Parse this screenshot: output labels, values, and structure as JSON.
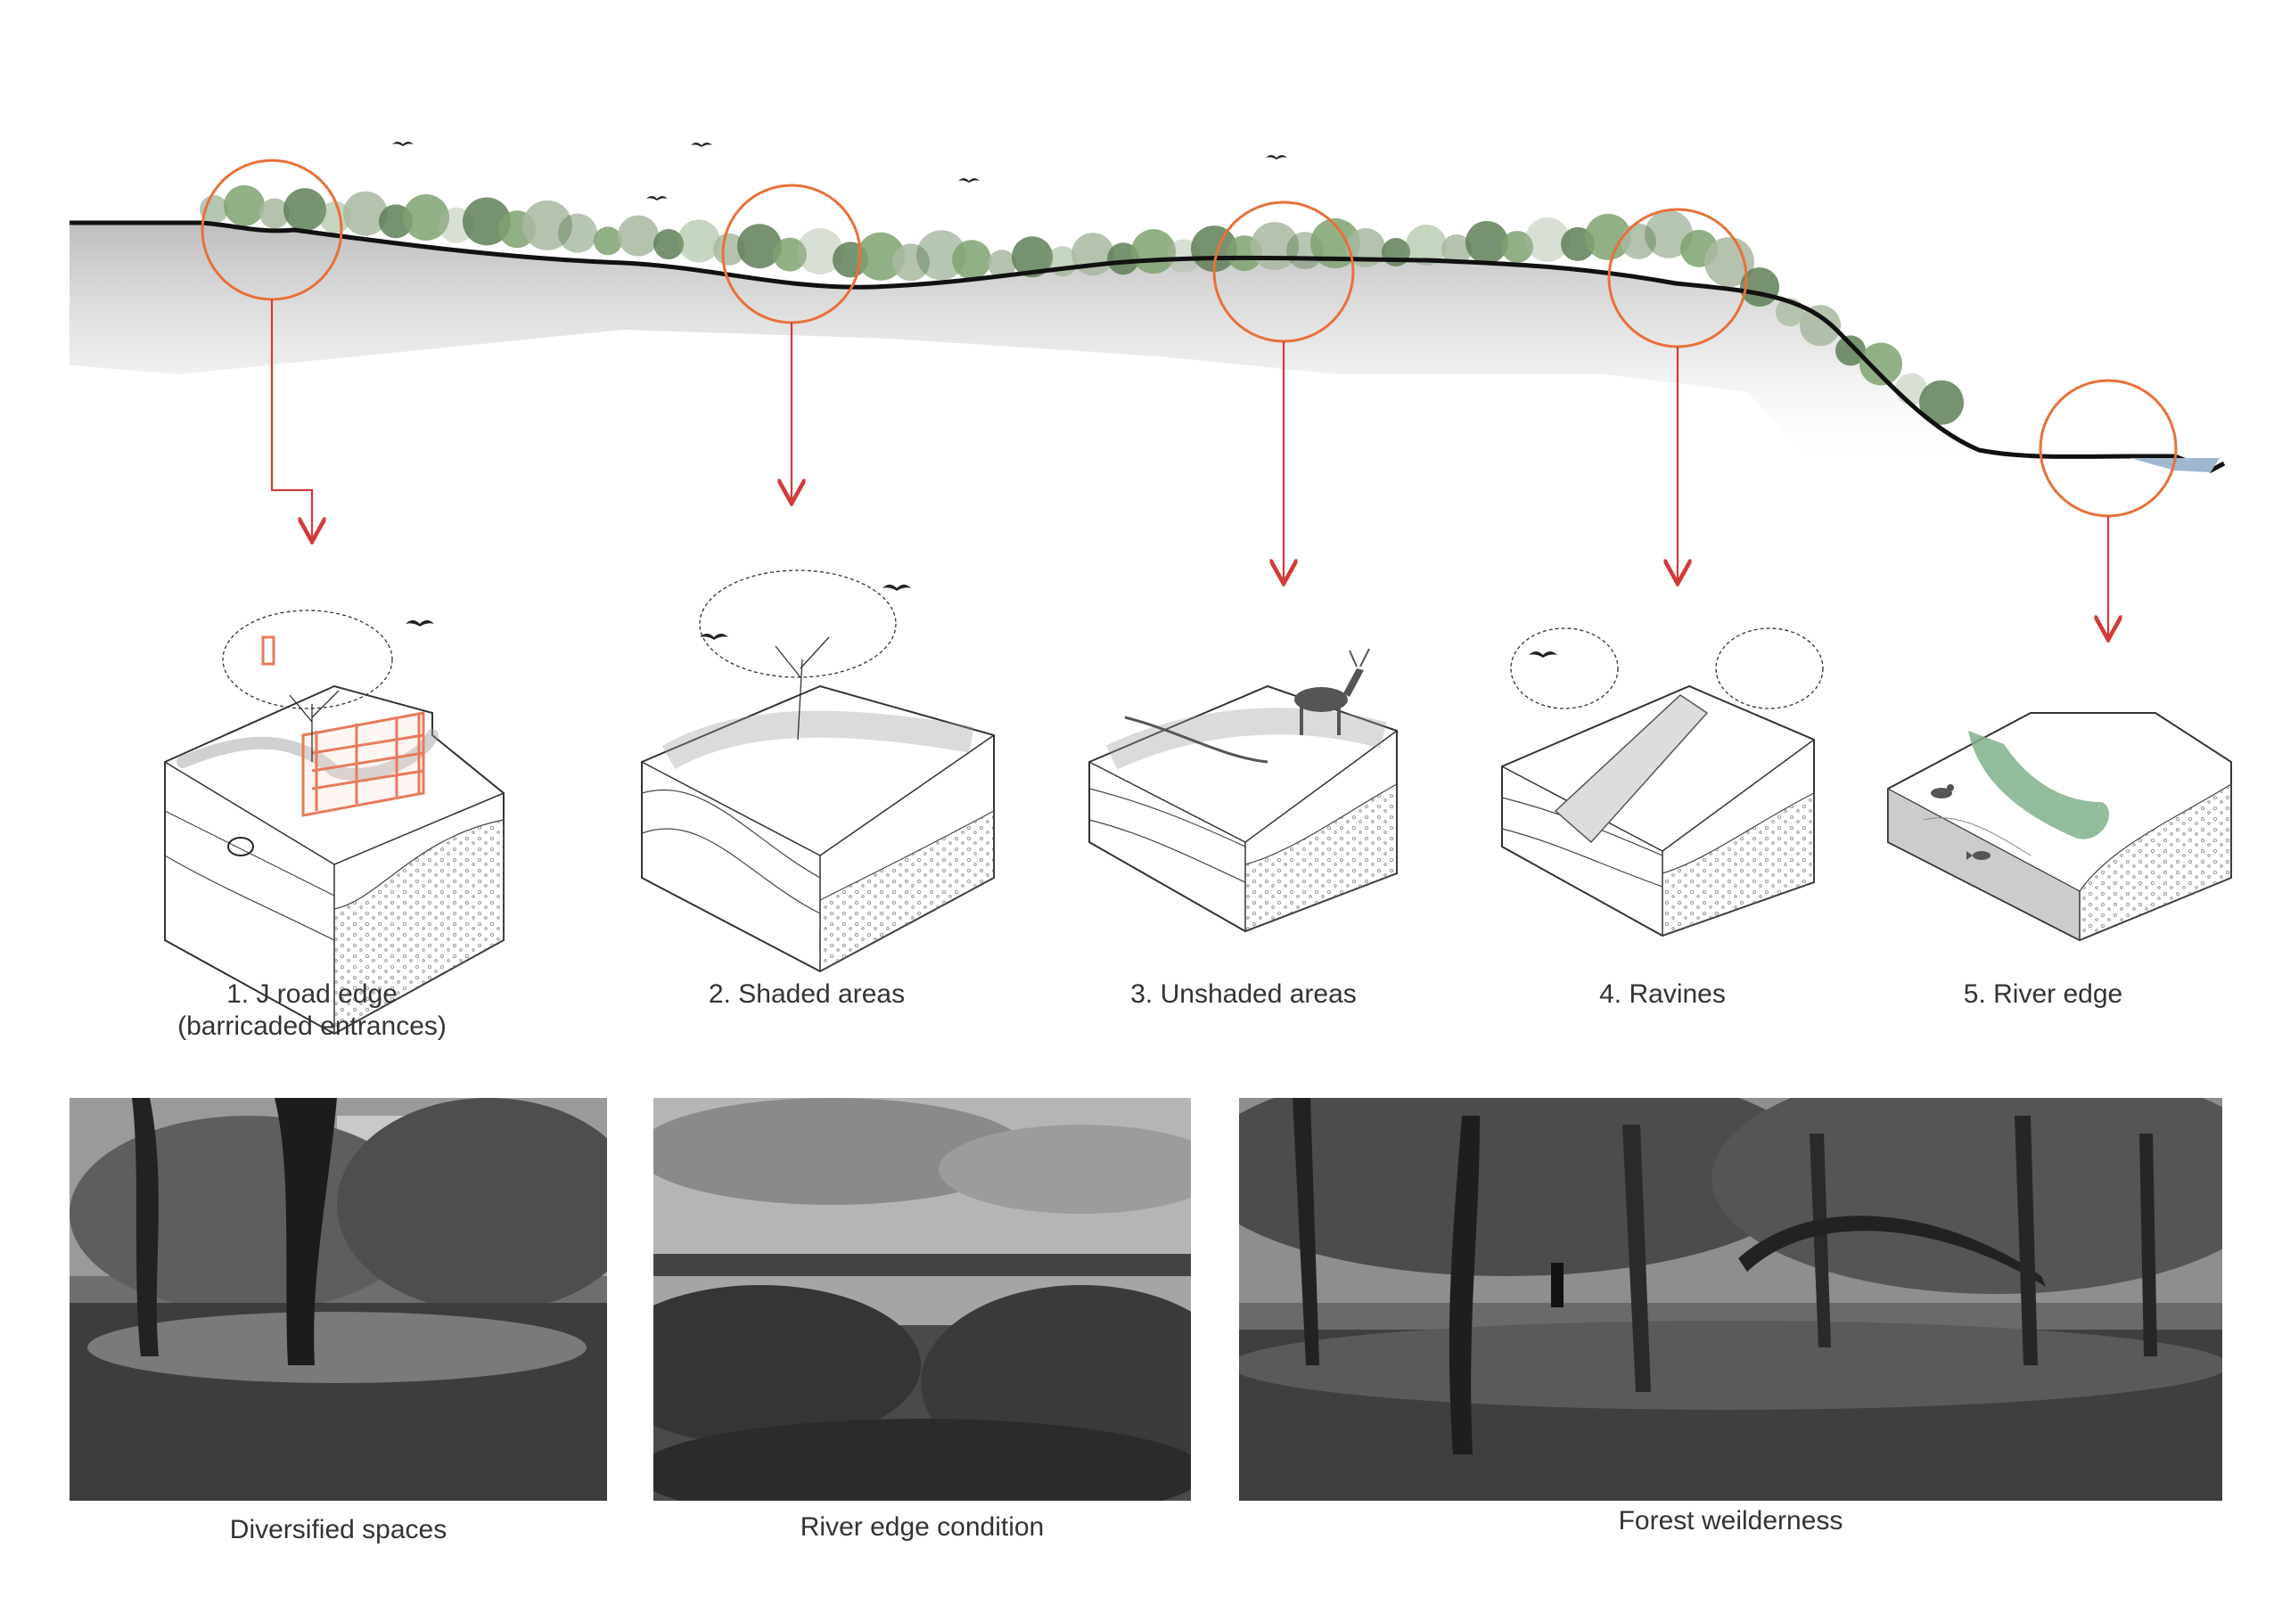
{
  "zones": [
    {
      "number": "1.",
      "title": "J road edge",
      "subtitle": "(barricaded entrances)"
    },
    {
      "number": "2.",
      "title": "Shaded areas",
      "subtitle": ""
    },
    {
      "number": "3.",
      "title": "Unshaded areas",
      "subtitle": ""
    },
    {
      "number": "4.",
      "title": "Ravines",
      "subtitle": ""
    },
    {
      "number": "5.",
      "title": "River edge",
      "subtitle": ""
    }
  ],
  "photos": [
    {
      "caption": "Diversified spaces"
    },
    {
      "caption": "River edge condition"
    },
    {
      "caption": "Forest weilderness"
    }
  ],
  "colors": {
    "callout_circle": "#e8703a",
    "leader_arrow": "#d43a3a",
    "ground_line": "#111111",
    "tree_green": "#6f9a63",
    "water": "#9fb7cf",
    "barricade": "#e87a5c",
    "river_green": "#7fb08a"
  }
}
